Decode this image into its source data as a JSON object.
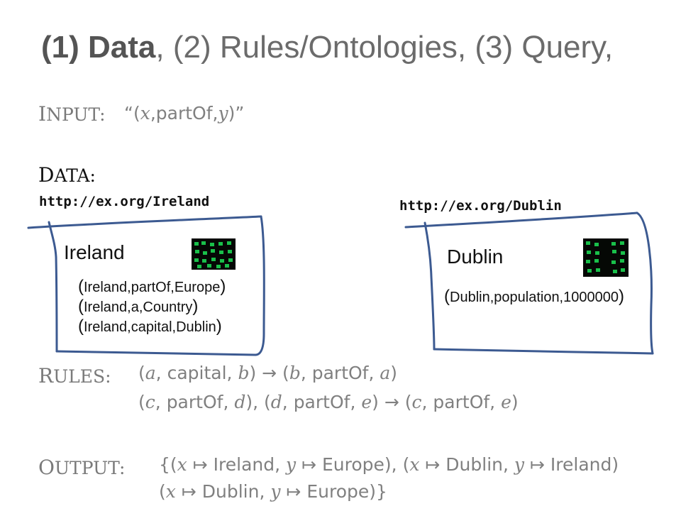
{
  "title": {
    "part1_num": "(1)",
    "part1_word": "Data",
    "rest": ", (2) Rules/Ontologies, (3) Query,"
  },
  "input": {
    "label_big": "I",
    "label_small": "NPUT:",
    "open": "“(",
    "x": "x",
    "mid": ",partOf,",
    "y": "y",
    "close": ")”"
  },
  "data": {
    "label_big": "D",
    "label_small": "ATA:",
    "ireland_url": "http://ex.org/Ireland",
    "dublin_url": "http://ex.org/Dublin",
    "ireland_box": {
      "name": "Ireland",
      "triples": [
        [
          "(",
          "Ireland,partOf,Europe",
          ")"
        ],
        [
          "(",
          "Ireland,a,Country",
          ")"
        ],
        [
          "(",
          "Ireland,capital,Dublin",
          ")"
        ]
      ]
    },
    "dublin_box": {
      "name": "Dublin",
      "triples": [
        [
          "(",
          "Dublin,population,1000000",
          ")"
        ]
      ]
    },
    "stroke_color": "#3c5a91",
    "thumbnail_color": "#19c04a"
  },
  "rules": {
    "label_big": "R",
    "label_small": "ULES:",
    "rule1": {
      "a": "a",
      "capital": "capital",
      "b": "b",
      "arrow": "→",
      "b2": "b",
      "partOf": "partOf",
      "a2": "a"
    },
    "rule2": {
      "c": "c",
      "partOf1": "partOf",
      "d": "d",
      "d2": "d",
      "partOf2": "partOf",
      "e": "e",
      "arrow": "→",
      "c2": "c",
      "partOf3": "partOf",
      "e2": "e"
    }
  },
  "output": {
    "label_big": "O",
    "label_small": "UTPUT:",
    "line1": {
      "x1": "x",
      "ireland": "Ireland",
      "y1": "y",
      "europe": "Europe",
      "x2": "x",
      "dublin": "Dublin",
      "y2": "y",
      "ireland2": "Ireland"
    },
    "line2": {
      "x3": "x",
      "dublin": "Dublin",
      "y3": "y",
      "europe": "Europe"
    },
    "mapsto": "↦"
  }
}
